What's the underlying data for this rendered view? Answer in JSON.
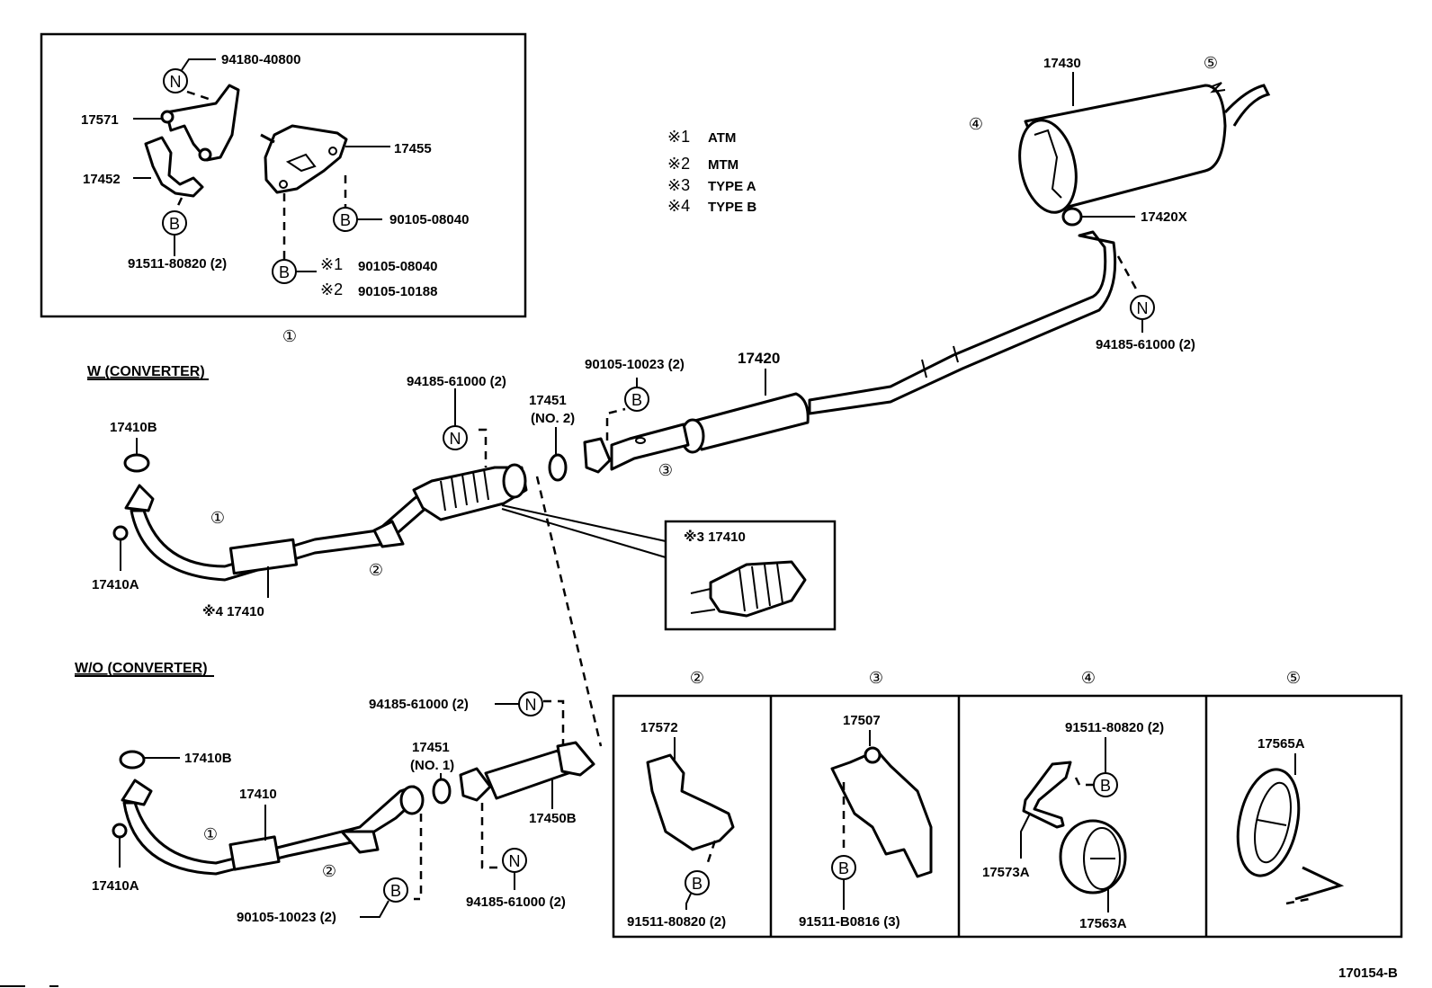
{
  "diagram_code": "170154-B",
  "legend": [
    {
      "mark": "※1",
      "text": "ATM"
    },
    {
      "mark": "※2",
      "text": "MTM"
    },
    {
      "mark": "※3",
      "text": "TYPE  A"
    },
    {
      "mark": "※4",
      "text": "TYPE  B"
    }
  ],
  "inset1": {
    "ref": "①",
    "parts": {
      "nut_top": "94180-40800",
      "bracket_a": "17571",
      "bracket_b": "17452",
      "bracket_c": "17455",
      "bolt_left": "91511-80820 (2)",
      "bolt_right": "90105-08040",
      "bolt_mark1_code": "※1",
      "bolt_mark1": "90105-08040",
      "bolt_mark2_code": "※2",
      "bolt_mark2": "90105-10188"
    },
    "badges": {
      "n": "N",
      "b": "B"
    }
  },
  "section_w": {
    "header": "W (CONVERTER)",
    "gasket": "17410B",
    "nut": "17410A",
    "pipe": "※4 17410",
    "ref1": "①",
    "ref2": "②",
    "nut_conv": "94185-61000 (2)",
    "gasket2_line1": "17451",
    "gasket2_line2": "(NO. 2)"
  },
  "typeA_inset": {
    "label": "※3 17410"
  },
  "center": {
    "bolt_top": "90105-10023 (2)",
    "center_pipe": "17420",
    "ref3": "③"
  },
  "rear": {
    "muffler": "17430",
    "ref4": "④",
    "ref5": "⑤",
    "gasket": "17420X",
    "nut": "94185-61000 (2)"
  },
  "section_wo": {
    "header": "W/O (CONVERTER)",
    "gasket": "17410B",
    "nut": "17410A",
    "pipe": "17410",
    "ref1": "①",
    "ref2": "②",
    "bolt": "90105-10023 (2)",
    "nut_top": "94185-61000 (2)",
    "gasket2_line1": "17451",
    "gasket2_line2": "(NO. 1)",
    "pipe2": "17450B",
    "nut_bottom": "94185-61000 (2)"
  },
  "detail_boxes": [
    {
      "ref": "②",
      "parts": [
        "17572",
        "91511-80820 (2)"
      ]
    },
    {
      "ref": "③",
      "parts": [
        "17507",
        "91511-B0816 (3)"
      ]
    },
    {
      "ref": "④",
      "parts": [
        "91511-80820 (2)",
        "17573A",
        "17563A"
      ]
    },
    {
      "ref": "⑤",
      "parts": [
        "17565A"
      ]
    }
  ]
}
